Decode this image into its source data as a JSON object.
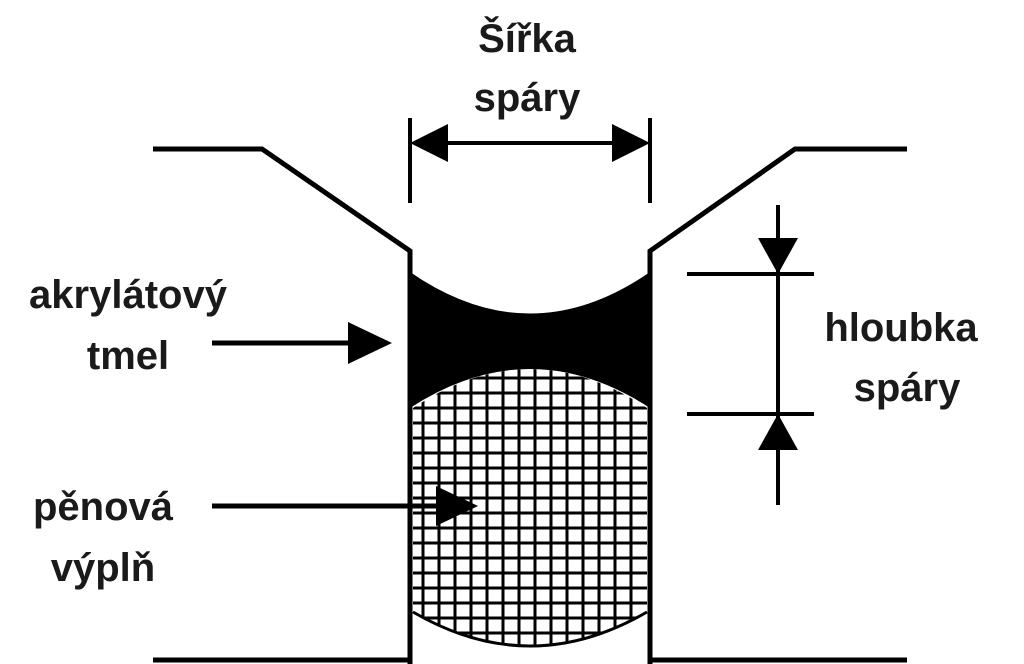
{
  "labels": {
    "width_line1": "Šířka",
    "width_line2": "spáry",
    "sealant_line1": "akrylátový",
    "sealant_line2": "tmel",
    "foam_line1": "pěnová",
    "foam_line2": "výplň",
    "depth_line1": "hloubka",
    "depth_line2": "spáry"
  },
  "colors": {
    "ink": "#000000",
    "text": "#1a1a1a",
    "background": "#ffffff"
  }
}
